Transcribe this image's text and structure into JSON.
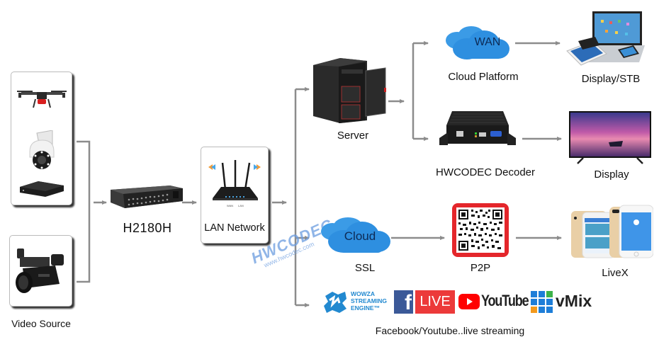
{
  "diagram": {
    "watermark": {
      "brand": "HWCODEC",
      "url": "www.hwcodec.com"
    },
    "video_source": {
      "label": "Video Source",
      "devices": [
        "drone-icon",
        "ptz-camera-icon",
        "set-top-box-icon",
        "camcorder-icon"
      ]
    },
    "encoder": {
      "label": "H2180H"
    },
    "network": {
      "label": "LAN Network",
      "port_labels": [
        "WAN",
        "LAN"
      ]
    },
    "server": {
      "label": "Server"
    },
    "cloud_platform": {
      "cloud_text": "WAN",
      "label": "Cloud Platform"
    },
    "display_stb": {
      "label": "Display/STB"
    },
    "decoder": {
      "label": "HWCODEC Decoder"
    },
    "display": {
      "label": "Display"
    },
    "ssl": {
      "cloud_text": "Cloud",
      "label": "SSL"
    },
    "p2p": {
      "label": "P2P"
    },
    "livex": {
      "label": "LiveX"
    },
    "streaming": {
      "label": "Facebook/Youtube..live streaming",
      "wowza": [
        "WOWZA",
        "STREAMING",
        "ENGINE™"
      ],
      "facebook_live": "LIVE",
      "youtube": "YouTube",
      "vmix": "vMix"
    },
    "colors": {
      "connector": "#8c8c8c",
      "cloud_blue": "#2e8fe0",
      "qr_red": "#e4262b",
      "youtube_red": "#ff0000",
      "facebook_blue": "#3b5998",
      "wowza_blue": "#2289d0"
    }
  }
}
